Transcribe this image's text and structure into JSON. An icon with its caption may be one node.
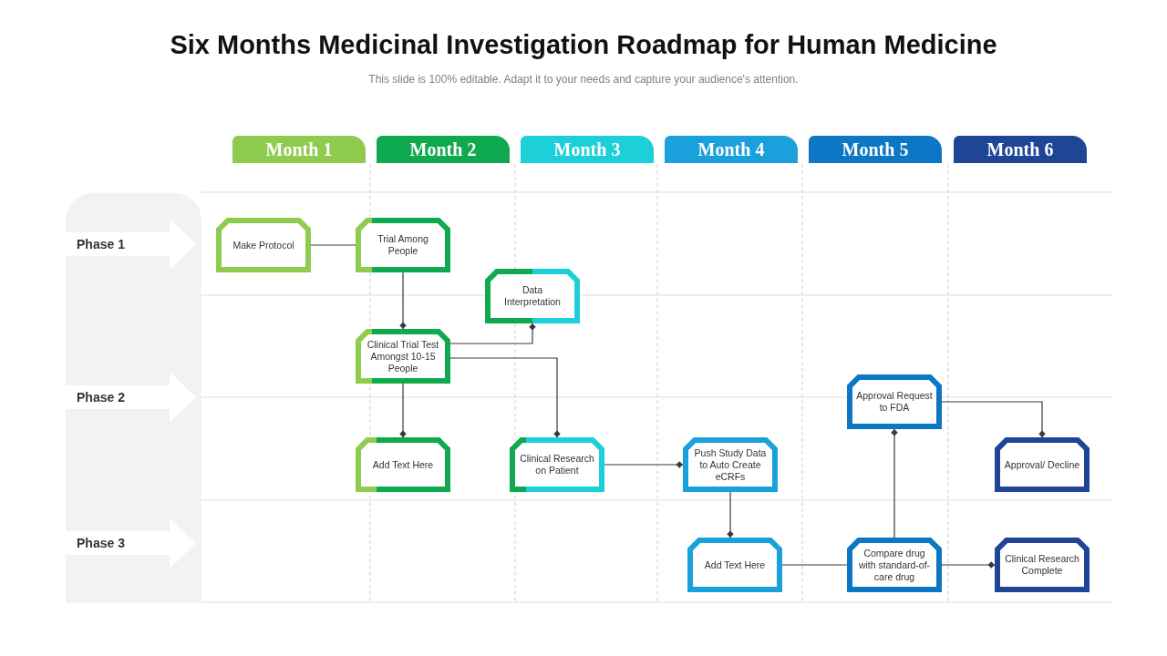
{
  "diagram": {
    "title": "Six Months Medicinal Investigation Roadmap for Human Medicine",
    "nodes": [
      {
        "text": [
          "Month 1"
        ]
      },
      {
        "text": [
          "Month 2"
        ]
      },
      {
        "text": [
          "Month 3"
        ]
      },
      {
        "text": [
          "Month 4"
        ]
      },
      {
        "text": [
          "Month 5"
        ]
      },
      {
        "text": [
          "Month 6"
        ]
      },
      {
        "text": [
          "Phase 1"
        ]
      },
      {
        "text": [
          "Phase 2"
        ]
      },
      {
        "text": [
          "Phase 3"
        ]
      },
      {
        "text": [
          "Make Protocol"
        ]
      },
      {
        "text": [
          "Trial Among People"
        ]
      },
      {
        "text": [
          "Data Interpretation"
        ]
      },
      {
        "text": [
          "Clinical Trial Test Amongst 10-15 People"
        ]
      },
      {
        "text": [
          "Approval Request to FDA"
        ]
      },
      {
        "text": [
          "Add Text Here"
        ]
      },
      {
        "text": [
          "Clinical Research on Patient"
        ]
      },
      {
        "text": [
          "Push Study Data to Auto Create eCRFs"
        ]
      },
      {
        "text": [
          "Approval/ Decline"
        ]
      },
      {
        "text": [
          "Add Text Here"
        ]
      },
      {
        "text": [
          "Compare drug with standard-of-care drug"
        ]
      },
      {
        "text": [
          "Clinical Research Complete"
        ]
      }
    ],
    "edges": [
      {
        "from": 9,
        "to": 10,
        "arrow": "none"
      },
      {
        "from": 10,
        "to": 12,
        "arrow": "other"
      },
      {
        "from": 12,
        "to": 11,
        "arrow": "other"
      },
      {
        "from": 12,
        "to": 15,
        "arrow": "other"
      },
      {
        "from": 12,
        "to": 14,
        "arrow": "other"
      },
      {
        "from": 15,
        "to": 16,
        "arrow": "other"
      },
      {
        "from": 13,
        "to": 17,
        "arrow": "other"
      },
      {
        "from": 16,
        "to": 18,
        "arrow": "other"
      },
      {
        "from": 19,
        "to": 13,
        "arrow": "other"
      },
      {
        "from": 18,
        "to": 19,
        "arrow": "none"
      },
      {
        "from": 19,
        "to": 20,
        "arrow": "other"
      }
    ],
    "labels": [
      "This slide is 100% editable. Adapt it to your needs and capture your audience's attention."
    ]
  }
}
